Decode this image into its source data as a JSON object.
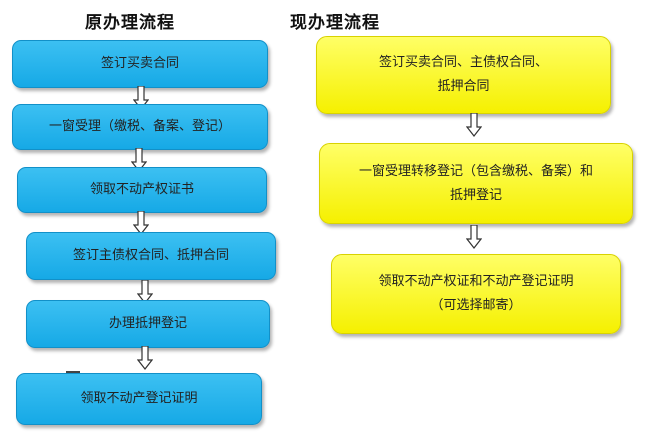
{
  "left": {
    "title": "原办理流程",
    "steps": [
      "签订买卖合同",
      "一窗受理（缴税、备案、登记）",
      "领取不动产权证书",
      "签订主债权合同、抵押合同",
      "办理抵押登记",
      "领取不动产登记证明"
    ]
  },
  "right": {
    "title": "现办理流程",
    "steps": [
      [
        "签订买卖合同、主债权合同、",
        "抵押合同"
      ],
      [
        "一窗受理转移登记（包含缴税、备案）和",
        "抵押登记"
      ],
      [
        "领取不动产权证和不动产登记证明",
        "（可选择邮寄）"
      ]
    ]
  },
  "colors": {
    "left_box": "#1aabe8",
    "right_box": "#ffff00"
  }
}
